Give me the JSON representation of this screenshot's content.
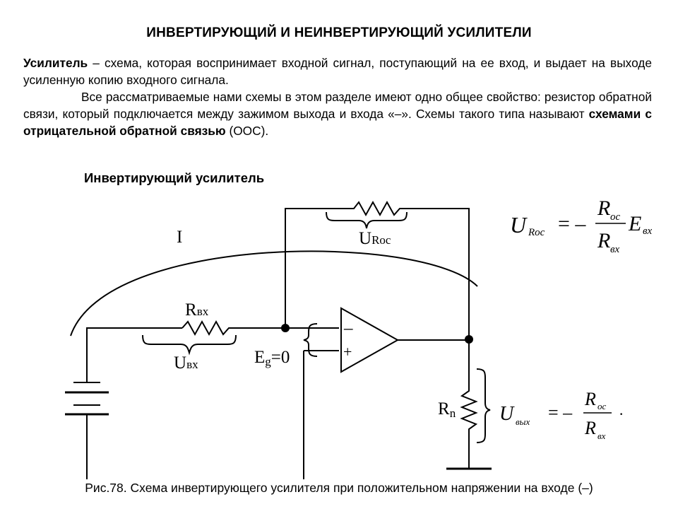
{
  "title": "ИНВЕРТИРУЮЩИЙ И НЕИНВЕРТИРУЮЩИЙ УСИЛИТЕЛИ",
  "paragraph1": {
    "term": "Усилитель",
    "text": " – схема, которая воспринимает входной сигнал, поступающий на ее вход, и выдает на выходе усиленную копию входного сигнала."
  },
  "paragraph2": {
    "text_before": "Все рассматриваемые нами схемы в этом разделе имеют одно общее свойство: резистор обратной связи, который подключается между зажимом выхода и входа «–». Схемы такого типа называют ",
    "emphasis": "схемами с отрицательной обратной связью",
    "text_after": " (ООС)."
  },
  "subtitle": "Инвертирующий усилитель",
  "diagram": {
    "current_label": "I",
    "r_in": {
      "main": "R",
      "sub": "вх"
    },
    "u_in": {
      "main": "U",
      "sub": "вх"
    },
    "u_roc": {
      "main": "U",
      "sub": "Roc"
    },
    "e_g": {
      "main": "E",
      "sub": "g",
      "rest": "=0"
    },
    "r_n": {
      "main": "R",
      "sub": "n"
    },
    "minus_sign": "–",
    "plus_sign": "+"
  },
  "formula1": {
    "lhs": "U",
    "lhs_sub": "Roc",
    "eq": "= –",
    "num": "R",
    "num_sub": "ос",
    "den": "R",
    "den_sub": "вх",
    "factor": "E",
    "factor_sub": "вх"
  },
  "formula2": {
    "lhs": "U",
    "lhs_sub": "вых",
    "eq": "= –",
    "num": "R",
    "num_sub": "ос",
    "den": "R",
    "den_sub": "вх",
    "tail": "·"
  },
  "caption": "Рис.78. Схема инвертирующего усилителя при положительном напряжении на входе (–)"
}
